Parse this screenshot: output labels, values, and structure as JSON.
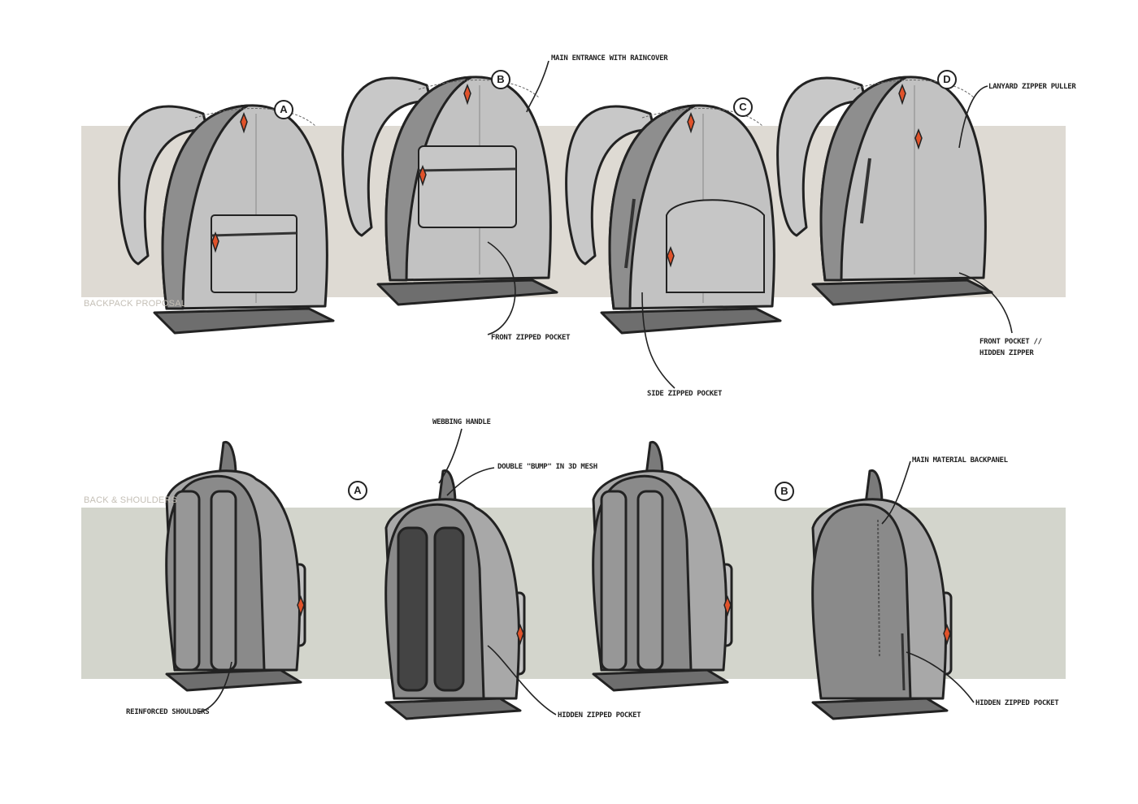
{
  "sections": {
    "front": "BACKPACK PROPOSAL",
    "back": "BACK & SHOULDERS"
  },
  "letters": {
    "front_a": "A",
    "front_b": "B",
    "front_c": "C",
    "front_d": "D",
    "back_a": "A",
    "back_b": "B"
  },
  "annotations": {
    "main_entrance": "Main entrance with raincover",
    "lanyard": "Lanyard zipper puller",
    "front_zipped": "Front zipped pocket",
    "side_zipped": "Side zipped pocket",
    "front_hidden_1": "Front pocket //",
    "front_hidden_2": "hidden zipper",
    "webbing": "Webbing handle",
    "double_bump": "Double \"bump\" in 3D mesh",
    "main_material": "Main material backpanel",
    "reinforced": "Reinforced shoulders",
    "hidden_zipped_1": "Hidden zipped pocket",
    "hidden_zipped_2": "Hidden zipped pocket"
  },
  "colors": {
    "band_front": "#dedad3",
    "band_back": "#d3d5cc",
    "body_light": "#c2c2c2",
    "body_dark": "#8e8e8e",
    "zipper_puller": "#e0522a"
  }
}
